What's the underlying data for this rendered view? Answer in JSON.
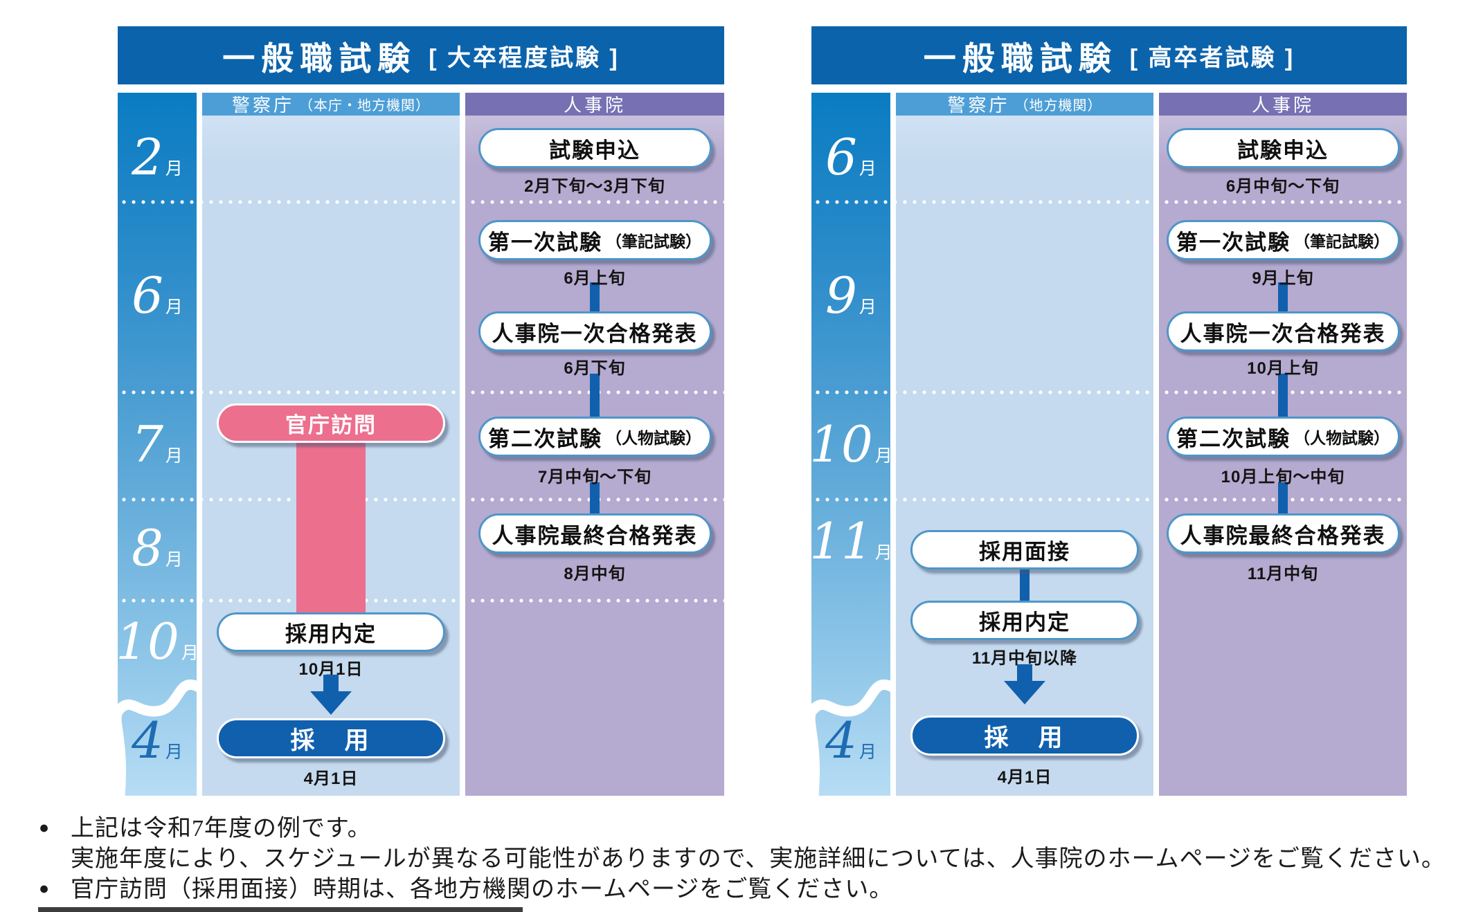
{
  "colors": {
    "title_bar": "#0b63ac",
    "agency_header": "#4d9ed6",
    "agency_body": "#c5daee",
    "npa_header": "#7770b3",
    "npa_body": "#b5aacf",
    "pill_border": "#4e96c8",
    "pink": "#ec6f8e",
    "flow_blue": "#1060ae",
    "month_accent_text": "#1e6cb4",
    "month_gradient_top": "#0a7cc2",
    "month_gradient_bottom": "#b7dcf4"
  },
  "diagrams": [
    {
      "title_main": "一般職試験",
      "title_sub": "[ 大卒程度試験 ]",
      "agency_header": {
        "main": "警察庁",
        "sub": "（本庁・地方機関）"
      },
      "npa_header": "人事院",
      "months": [
        {
          "num": "2",
          "unit": "月",
          "accent": false
        },
        {
          "num": "6",
          "unit": "月",
          "accent": false
        },
        {
          "num": "7",
          "unit": "月",
          "accent": false
        },
        {
          "num": "8",
          "unit": "月",
          "accent": false
        },
        {
          "num": "10",
          "unit": "月",
          "accent": false
        },
        {
          "num": "4",
          "unit": "月",
          "accent": true
        }
      ],
      "npa_events": [
        {
          "label": "試験申込",
          "sub": "",
          "date": "2月下旬～3月下旬"
        },
        {
          "label": "第一次試験",
          "sub": "（筆記試験）",
          "date": "6月上旬"
        },
        {
          "label": "人事院一次合格発表",
          "sub": "",
          "date": "6月下旬"
        },
        {
          "label": "第二次試験",
          "sub": "（人物試験）",
          "date": "7月中旬～下旬"
        },
        {
          "label": "人事院最終合格発表",
          "sub": "",
          "date": "8月中旬"
        }
      ],
      "agency_events": [
        {
          "label": "官庁訪問",
          "date": ""
        },
        {
          "label": "採用内定",
          "date": "10月1日"
        },
        {
          "label": "採　用",
          "date": "4月1日"
        }
      ]
    },
    {
      "title_main": "一般職試験",
      "title_sub": "[ 高卒者試験 ]",
      "agency_header": {
        "main": "警察庁",
        "sub": "（地方機関）"
      },
      "npa_header": "人事院",
      "months": [
        {
          "num": "6",
          "unit": "月",
          "accent": false
        },
        {
          "num": "9",
          "unit": "月",
          "accent": false
        },
        {
          "num": "10",
          "unit": "月",
          "accent": false
        },
        {
          "num": "11",
          "unit": "月",
          "accent": false
        },
        {
          "num": "4",
          "unit": "月",
          "accent": true
        }
      ],
      "npa_events": [
        {
          "label": "試験申込",
          "sub": "",
          "date": "6月中旬～下旬"
        },
        {
          "label": "第一次試験",
          "sub": "（筆記試験）",
          "date": "9月上旬"
        },
        {
          "label": "人事院一次合格発表",
          "sub": "",
          "date": "10月上旬"
        },
        {
          "label": "第二次試験",
          "sub": "（人物試験）",
          "date": "10月上旬～中旬"
        },
        {
          "label": "人事院最終合格発表",
          "sub": "",
          "date": "11月中旬"
        }
      ],
      "agency_events": [
        {
          "label": "採用面接",
          "date": ""
        },
        {
          "label": "採用内定",
          "date": "11月中旬以降"
        },
        {
          "label": "採　用",
          "date": "4月1日"
        }
      ]
    }
  ],
  "notes": [
    {
      "bullet": "●",
      "text": "上記は令和7年度の例です。"
    },
    {
      "bullet": "",
      "text": "実施年度により、スケジュールが異なる可能性がありますので、実施詳細については、人事院のホームページをご覧ください。"
    },
    {
      "bullet": "●",
      "text": "官庁訪問（採用面接）時期は、各地方機関のホームページをご覧ください。"
    }
  ]
}
